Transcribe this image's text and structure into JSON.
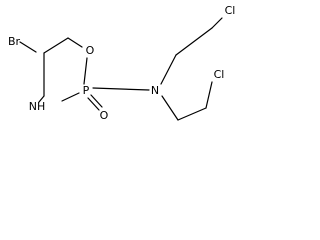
{
  "molecule": {
    "atoms": {
      "br": "Br",
      "o_ring": "O",
      "p": "P",
      "n_amide": "N",
      "nh": "NH",
      "o_oxo": "O",
      "cl_top": "Cl",
      "cl_bottom": "Cl"
    }
  },
  "colors": {
    "bond": "#000000",
    "text": "#000000",
    "background": "#ffffff"
  }
}
